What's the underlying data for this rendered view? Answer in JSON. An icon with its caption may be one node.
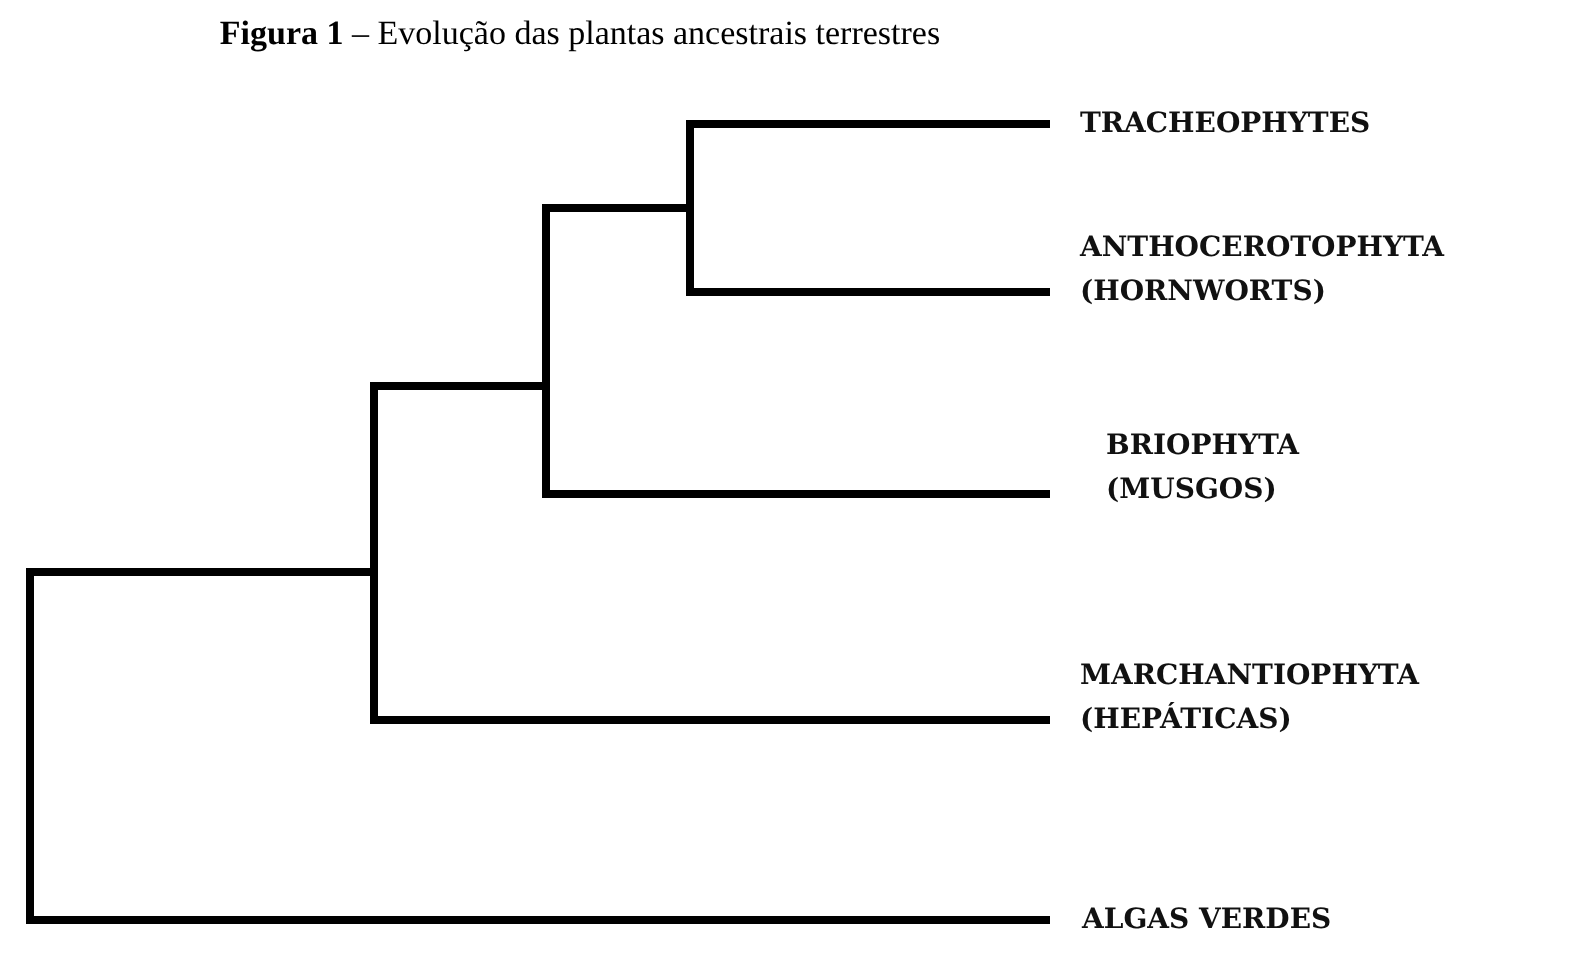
{
  "diagram": {
    "title": "**Figura 1** – Evolução das plantas ancestrais terrestres",
    "nodes": [
      {
        "text": [
          "TRACHEOPHYTES"
        ]
      },
      {
        "text": [
          "ANTHOCEROTOPHYTA (HORNWORTS)"
        ]
      },
      {
        "text": [
          "BRIOPHYTA (MUSGOS)"
        ]
      },
      {
        "text": [
          "MARCHANTIOPHYTA (HEPÁTICAS)"
        ]
      },
      {
        "text": [
          "ALGAS VERDES"
        ]
      },
      {
        "text": [],
        "shape": "bar"
      },
      {
        "text": [],
        "shape": "bar"
      },
      {
        "text": [],
        "shape": "bar"
      },
      {
        "text": [],
        "shape": "bar"
      }
    ],
    "edges": [
      {
        "from": 5,
        "to": 6,
        "arrow": "none"
      },
      {
        "from": 5,
        "to": 4,
        "arrow": "none"
      },
      {
        "from": 6,
        "to": 7,
        "arrow": "none"
      },
      {
        "from": 6,
        "to": 3,
        "arrow": "none"
      },
      {
        "from": 7,
        "to": 8,
        "arrow": "none"
      },
      {
        "from": 7,
        "to": 2,
        "arrow": "none"
      },
      {
        "from": 8,
        "to": 0,
        "arrow": "none"
      },
      {
        "from": 8,
        "to": 1,
        "arrow": "none"
      }
    ]
  }
}
